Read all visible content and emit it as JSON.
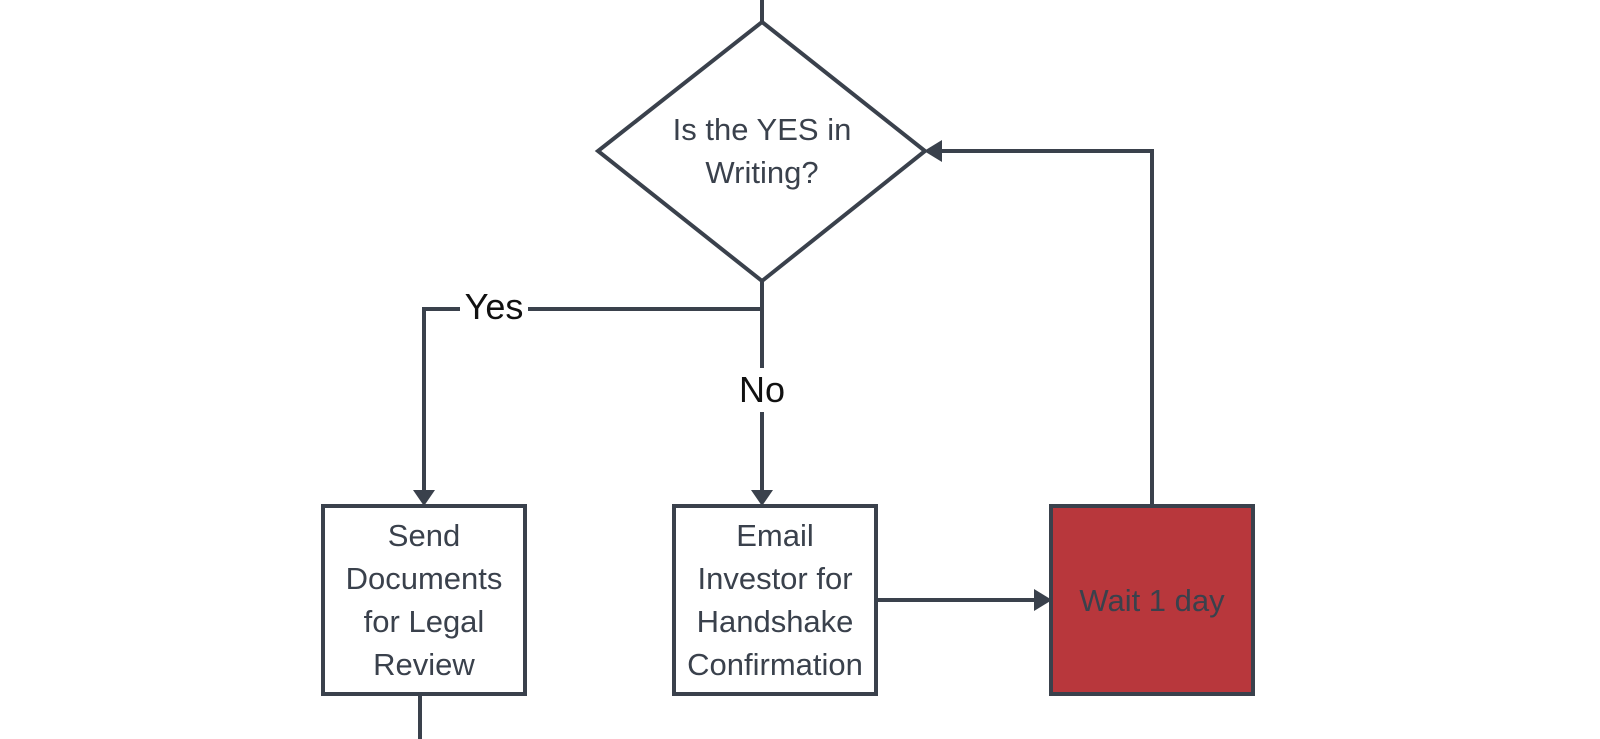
{
  "diagram": {
    "decision": {
      "text": "Is the YES in\nWriting?"
    },
    "send_documents": {
      "text": "Send\nDocuments\nfor Legal\nReview"
    },
    "email_investor": {
      "text": "Email\nInvestor for\nHandshake\nConfirmation"
    },
    "wait": {
      "text": "Wait 1 day"
    },
    "labels": {
      "yes": "Yes",
      "no": "No"
    }
  },
  "colors": {
    "stroke": "#3a414c",
    "node_fill": "#ffffff",
    "wait_fill": "#b8373c",
    "text": "#3a414c",
    "label_text": "#111111"
  }
}
